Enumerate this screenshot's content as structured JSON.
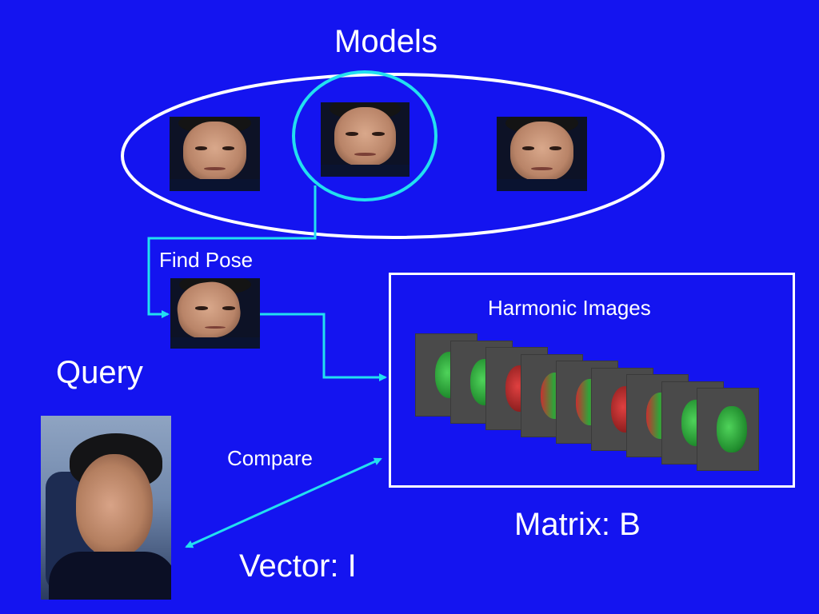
{
  "title": "Models",
  "labels": {
    "find_pose": "Find Pose",
    "harmonic_images": "Harmonic Images",
    "query": "Query",
    "compare": "Compare",
    "matrix": "Matrix: B",
    "vector": "Vector: I"
  },
  "colors": {
    "background": "#1414f0",
    "arrow": "#22e0f0",
    "ellipse": "#ffffff",
    "text": "#ffffff"
  },
  "harmonic_cards": [
    "green",
    "green",
    "red",
    "mixed",
    "mixed",
    "red",
    "mixed",
    "green",
    "green"
  ]
}
